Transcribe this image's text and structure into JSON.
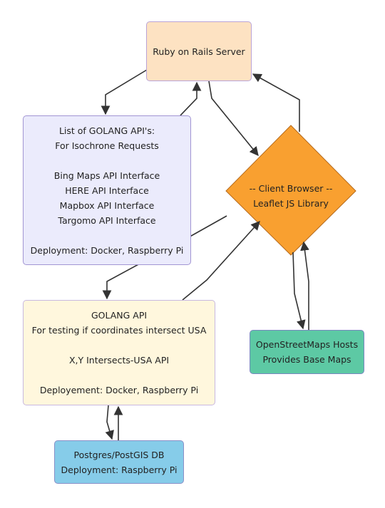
{
  "nodes": {
    "rails": {
      "lines": [
        "Ruby on Rails Server"
      ]
    },
    "golang_list": {
      "lines": [
        "List of GOLANG API's:",
        "For Isochrone Requests",
        "",
        "Bing Maps API Interface",
        "HERE API Interface",
        "Mapbox API Interface",
        "Targomo API Interface",
        "",
        "Deployment: Docker, Raspberry Pi"
      ]
    },
    "client": {
      "lines": [
        "-- Client Browser --",
        "Leaflet JS Library"
      ]
    },
    "golang_api": {
      "lines": [
        "GOLANG API",
        "For testing if coordinates intersect USA",
        "",
        "X,Y Intersects-USA API",
        "",
        "Deployement: Docker, Raspberry Pi"
      ]
    },
    "osm": {
      "lines": [
        "OpenStreetMaps Hosts",
        "Provides Base Maps"
      ]
    },
    "postgres": {
      "lines": [
        "Postgres/PostGIS DB",
        "Deployment: Raspberry Pi"
      ]
    }
  },
  "colors": {
    "rails_fill": "#fde2c2",
    "golang_list_fill": "#ebebfc",
    "client_fill": "#f9a030",
    "golang_api_fill": "#fff7dd",
    "osm_fill": "#5dc9a4",
    "postgres_fill": "#86cce9",
    "edge_stroke": "#333333"
  }
}
